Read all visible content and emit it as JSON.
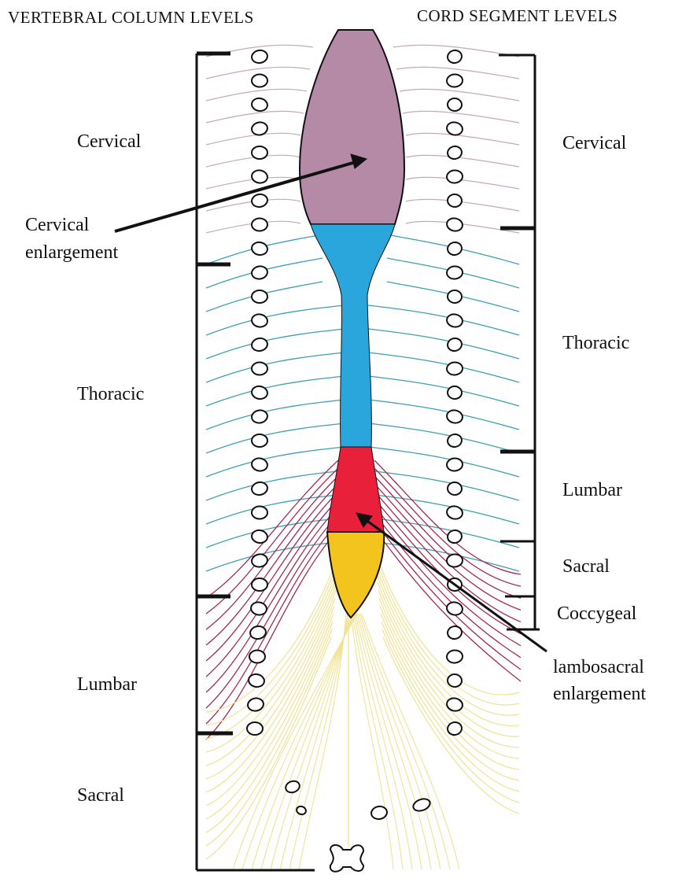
{
  "headers": {
    "left": "VERTEBRAL COLUMN LEVELS",
    "right": "CORD SEGMENT LEVELS"
  },
  "vertebral_levels": [
    "Cervical",
    "Thoracic",
    "Lumbar",
    "Sacral"
  ],
  "cord_levels": [
    "Cervical",
    "Thoracic",
    "Lumbar",
    "Sacral",
    "Coccygeal"
  ],
  "annotations": {
    "cervical_enlargement": [
      "Cervical",
      "enlargement"
    ],
    "lumbosacral_enlargement": [
      "lambosacral",
      "enlargement"
    ]
  },
  "colors": {
    "cervical": "#b48aa6",
    "thoracic": "#2aa6dd",
    "lumbar": "#e8203a",
    "sacral": "#f4c41e",
    "cervical_nerve": "#c8a6bc",
    "thoracic_nerve": "#3a9fb2",
    "lumbar_nerve": "#a32a55",
    "sacral_nerve": "#efe394",
    "outline": "#111111"
  }
}
